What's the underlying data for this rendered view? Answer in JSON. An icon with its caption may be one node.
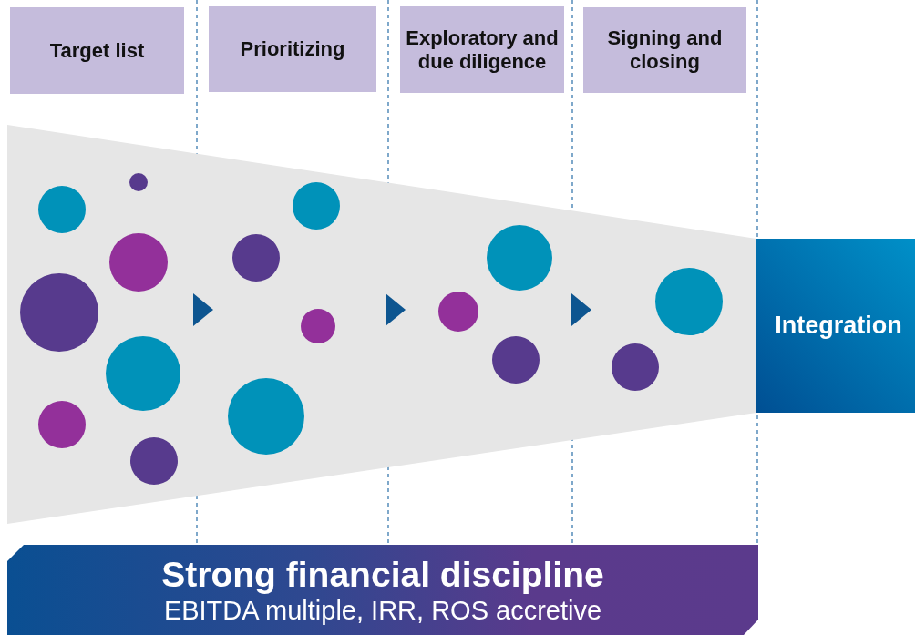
{
  "diagram": {
    "nodes": [
      {
        "text": [
          "Target list"
        ]
      },
      {
        "text": [
          "Prioritizing"
        ]
      },
      {
        "text": [
          "Exploratory and due diligence"
        ]
      },
      {
        "text": [
          "Signing and closing"
        ]
      },
      {
        "text": [
          "Integration"
        ]
      },
      {
        "text": [
          "Strong financial discipline",
          "EBITDA multiple, IRR, ROS accretive"
        ]
      }
    ]
  }
}
